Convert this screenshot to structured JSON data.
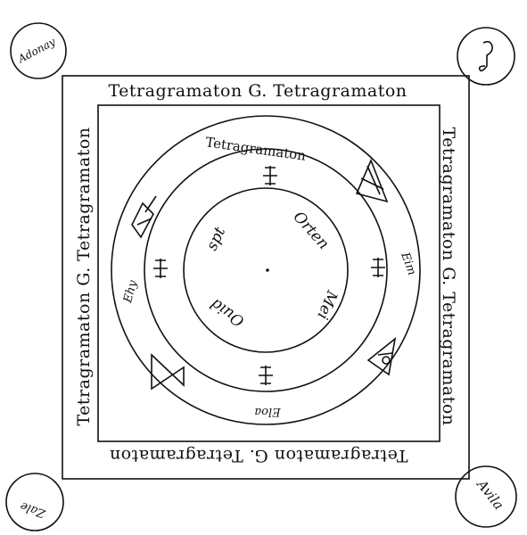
{
  "border_text": {
    "top": "Tetragramaton G. Tetragramaton",
    "right": "Tetragramaton G. Tetragramaton",
    "bottom": "Tetragramaton G. Tetragramaton",
    "left": "Tetragramaton G. Tetragramaton"
  },
  "corners": {
    "top_left": "Adonay",
    "bottom_left": "Zale",
    "bottom_right": "Avila",
    "top_right_icon": "hook-sigil-icon"
  },
  "outer_ring": {
    "top": "Tetragramaton",
    "right": "Eim",
    "bottom": "Eloa",
    "left": "Ehy"
  },
  "inner_circle": {
    "top_left": "spt",
    "top_right": "Orten",
    "bottom_left": "Ouid",
    "bottom_right": "Mei"
  },
  "symbols": {
    "crosses": [
      "cross-icon-top",
      "cross-icon-right",
      "cross-icon-bottom",
      "cross-icon-left"
    ],
    "triangles": [
      "triangle-upper-right-icon",
      "triangle-lower-right-icon",
      "hourglass-lower-left-icon",
      "diamond-upper-left-icon"
    ]
  },
  "colors": {
    "ink": "#111111",
    "paper": "#ffffff"
  }
}
